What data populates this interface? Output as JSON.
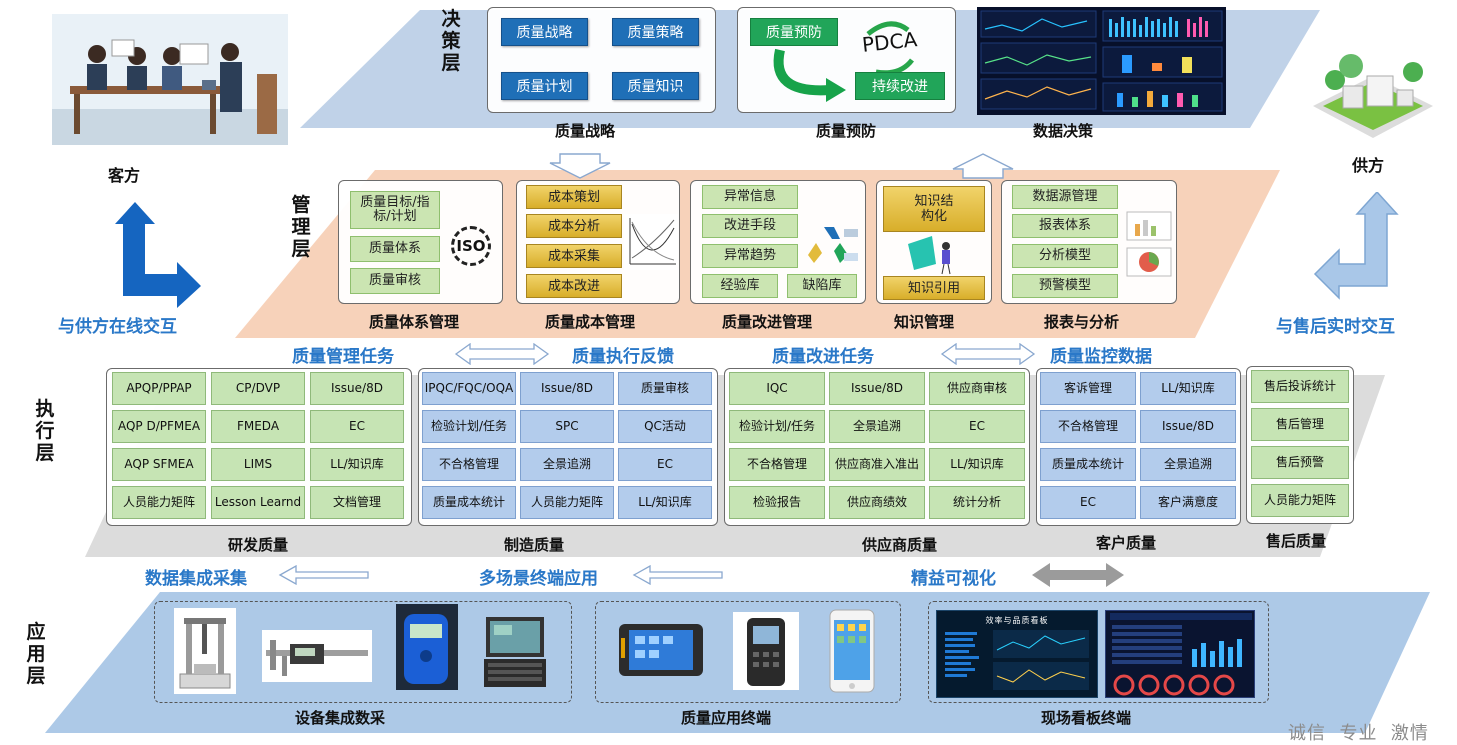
{
  "layers": {
    "decision": "决策层",
    "management": "管理层",
    "execution": "执行层",
    "application": "应用层"
  },
  "customer": {
    "label": "客方",
    "interaction": "与供方在线交互"
  },
  "supplier": {
    "label": "供方",
    "interaction": "与售后实时交互"
  },
  "decision": {
    "strategy": {
      "caption": "质量战略",
      "items": [
        "质量战略",
        "质量策略",
        "质量计划",
        "质量知识"
      ]
    },
    "prevention": {
      "caption": "质量预防",
      "top": "质量预防",
      "pdca": "PDCA",
      "bottom": "持续改进"
    },
    "data": {
      "caption": "数据决策"
    }
  },
  "management": {
    "system": {
      "caption": "质量体系管理",
      "items": [
        "质量目标/指标/计划",
        "质量体系",
        "质量审核"
      ],
      "logo": "ISO"
    },
    "cost": {
      "caption": "质量成本管理",
      "items": [
        "成本策划",
        "成本分析",
        "成本采集",
        "成本改进"
      ]
    },
    "improve": {
      "caption": "质量改进管理",
      "items": [
        "异常信息",
        "改进手段",
        "异常趋势",
        "经验库",
        "缺陷库"
      ]
    },
    "knowledge": {
      "caption": "知识管理",
      "items": [
        "知识结构化",
        "知识引用"
      ]
    },
    "report": {
      "caption": "报表与分析",
      "items": [
        "数据源管理",
        "报表体系",
        "分析模型",
        "预警模型"
      ]
    }
  },
  "flows": {
    "task": "质量管理任务",
    "feedback": "质量执行反馈",
    "improveTask": "质量改进任务",
    "monitor": "质量监控数据",
    "collect": "数据集成采集",
    "terminal": "多场景终端应用",
    "visual": "精益可视化"
  },
  "execution": {
    "rd": {
      "caption": "研发质量",
      "cells": [
        "APQP/PPAP",
        "CP/DVP",
        "Issue/8D",
        "AQP D/PFMEA",
        "FMEDA",
        "EC",
        "AQP SFMEA",
        "LIMS",
        "LL/知识库",
        "人员能力矩阵",
        "Lesson Learnd",
        "文档管理"
      ]
    },
    "mfg": {
      "caption": "制造质量",
      "cells": [
        "IPQC/FQC/OQA",
        "Issue/8D",
        "质量审核",
        "检验计划/任务",
        "SPC",
        "QC活动",
        "不合格管理",
        "全景追溯",
        "EC",
        "质量成本统计",
        "人员能力矩阵",
        "LL/知识库"
      ]
    },
    "sup": {
      "caption": "供应商质量",
      "cells": [
        "IQC",
        "Issue/8D",
        "供应商审核",
        "检验计划/任务",
        "全景追溯",
        "EC",
        "不合格管理",
        "供应商准入准出",
        "LL/知识库",
        "检验报告",
        "供应商绩效",
        "统计分析"
      ]
    },
    "cust": {
      "caption": "客户质量",
      "cells": [
        "客诉管理",
        "LL/知识库",
        "不合格管理",
        "Issue/8D",
        "质量成本统计",
        "全景追溯",
        "EC",
        "客户满意度"
      ]
    },
    "after": {
      "caption": "售后质量",
      "cells": [
        "售后投诉统计",
        "售后管理",
        "售后预警",
        "人员能力矩阵"
      ]
    }
  },
  "application": {
    "device": {
      "caption": "设备集成数采"
    },
    "terminal": {
      "caption": "质量应用终端"
    },
    "board": {
      "caption": "现场看板终端",
      "title": "效率与品质看板"
    }
  },
  "motto": "诚信  专业  激情",
  "colors": {
    "blue": "#1f6fb7",
    "green": "#cbe5b2",
    "gold": "#e2bb3c",
    "flowBlue": "#2a78c8"
  }
}
